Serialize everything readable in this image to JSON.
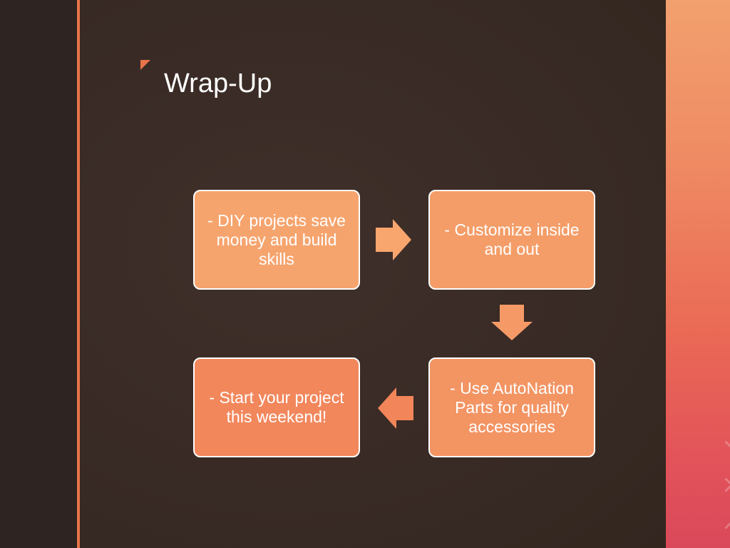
{
  "slide": {
    "title": "Wrap-Up"
  },
  "flow": {
    "steps": [
      {
        "text": "- DIY projects save money and build skills",
        "color": "#f6a46e"
      },
      {
        "text": "- Customize inside and out",
        "color": "#f49d68"
      },
      {
        "text": "- Use AutoNation Parts for quality accessories",
        "color": "#f39463"
      },
      {
        "text": "- Start your project this weekend!",
        "color": "#f2875c"
      }
    ],
    "arrows": [
      {
        "direction": "right",
        "color": "#f8a56e"
      },
      {
        "direction": "down",
        "color": "#f59a66"
      },
      {
        "direction": "left",
        "color": "#f2855a"
      }
    ]
  },
  "theme": {
    "accent": "#e8744a",
    "background": "#3a2b26"
  }
}
